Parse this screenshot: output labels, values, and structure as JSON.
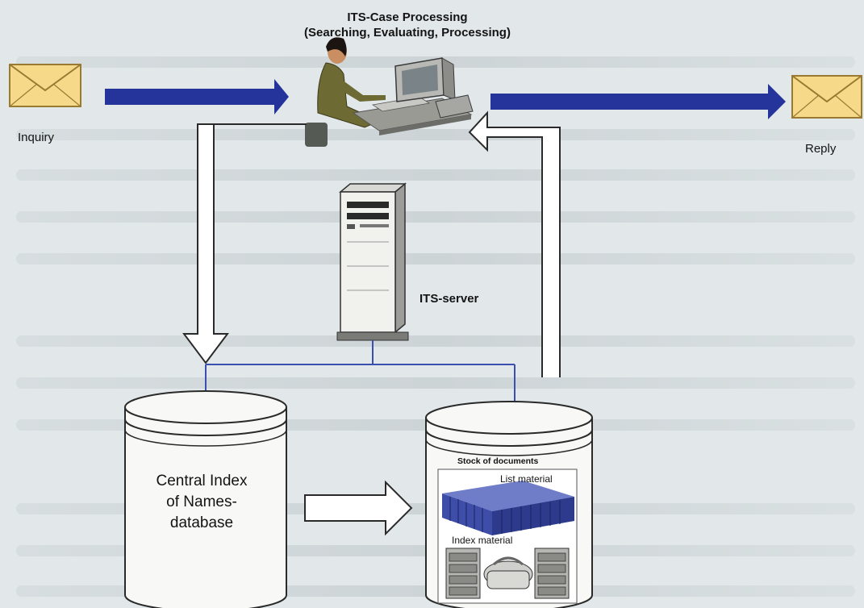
{
  "diagram": {
    "title_line1": "ITS-Case Processing",
    "title_line2": "(Searching, Evaluating, Processing)",
    "inquiry_label": "Inquiry",
    "reply_label": "Reply",
    "server_label": "ITS-server",
    "central_index_line1": "Central Index",
    "central_index_line2": "of Names-",
    "central_index_line3": "database",
    "stock_label": "Stock of documents",
    "list_material_label": "List material",
    "index_material_label": "Index material"
  },
  "colors": {
    "arrow_blue": "#24349a",
    "envelope_fill": "#f7d98a",
    "envelope_border": "#9a7a30",
    "outline": "#2a2a2a",
    "shelf_blue": "#3d4da8"
  },
  "icons": [
    "envelope-icon",
    "person-at-computer-icon",
    "server-icon",
    "database-cylinder-icon",
    "archive-shelves-icon",
    "filing-cabinet-icon"
  ]
}
